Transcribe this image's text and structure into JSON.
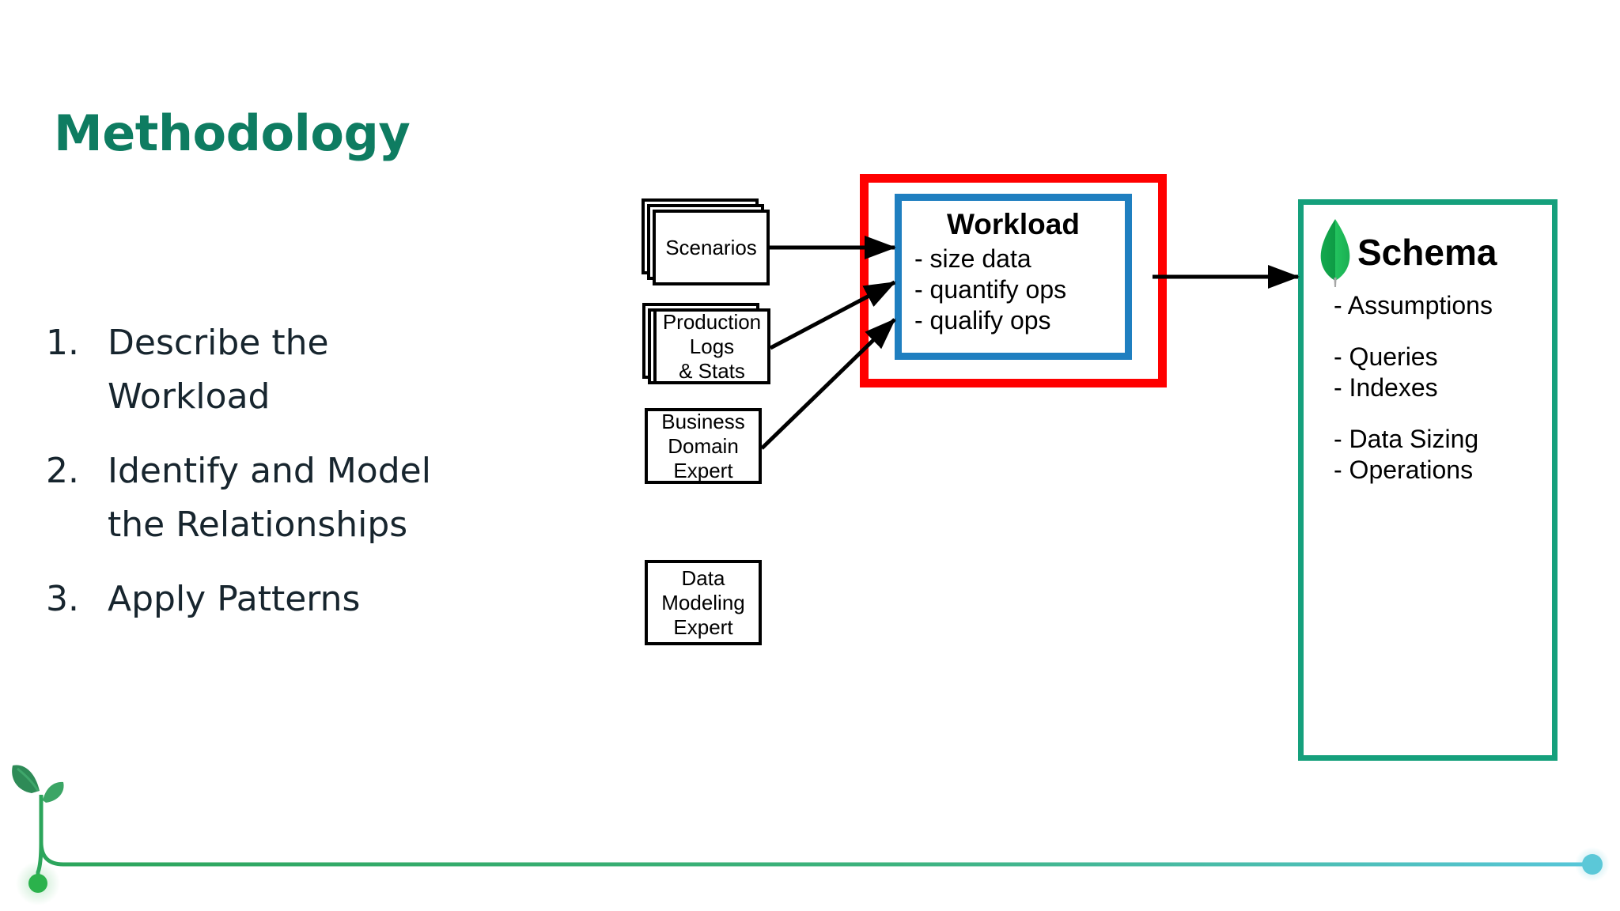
{
  "slide": {
    "title": "Methodology",
    "title_color": "#0E7C61",
    "background": "#ffffff"
  },
  "steps": [
    {
      "num": "1.",
      "text": "Describe the Workload"
    },
    {
      "num": "2.",
      "text": "Identify and Model the Relationships"
    },
    {
      "num": "3.",
      "text": "Apply Patterns"
    }
  ],
  "diagram": {
    "sources": [
      {
        "label": "Scenarios",
        "stacked": true
      },
      {
        "label": "Production\nLogs\n& Stats",
        "stacked": true
      },
      {
        "label": "Business\nDomain\nExpert",
        "stacked": false
      },
      {
        "label": "Data\nModeling\nExpert",
        "stacked": false
      }
    ],
    "workload": {
      "title": "Workload",
      "items": [
        "- size data",
        "- quantify ops",
        "- qualify ops"
      ],
      "outer_border_color": "#FF0000",
      "inner_border_color": "#1F7FC0"
    },
    "schema": {
      "title": "Schema",
      "logo": "mongodb-leaf-icon",
      "border_color": "#15A07C",
      "groups": [
        [
          "- Assumptions"
        ],
        [
          "- Queries",
          "- Indexes"
        ],
        [
          "- Data Sizing",
          "- Operations"
        ]
      ]
    }
  },
  "footer": {
    "sprout": "sprout-icon",
    "line_start_color": "#2CA55B",
    "line_end_color": "#57C6D9",
    "start_dot_color": "#2BB24C",
    "end_dot_color": "#5BC8D8"
  }
}
